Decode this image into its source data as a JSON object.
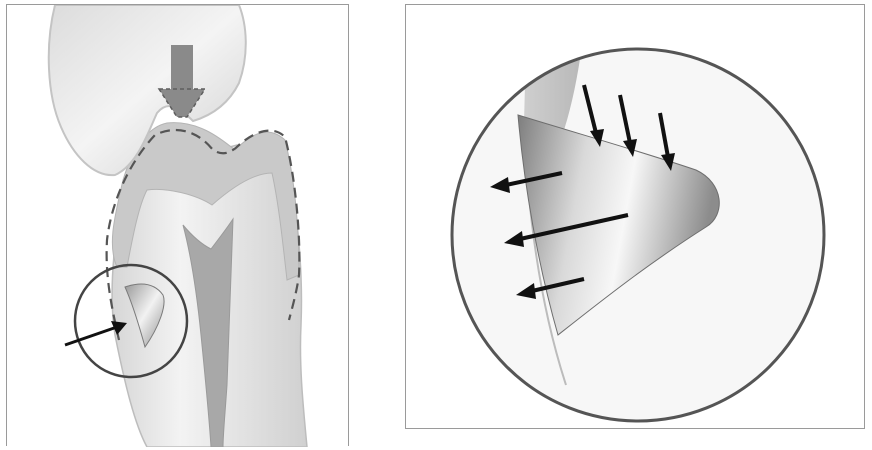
{
  "figure": {
    "left_panel": {
      "subject": "tooth-cross-section",
      "elements": [
        "opposing-cusp",
        "occlusal-load-arrow",
        "tooth-crown",
        "pulp-canal",
        "enamel-outline-dashed",
        "cervical-lesion",
        "magnify-circle",
        "pointer-arrow"
      ]
    },
    "right_panel": {
      "subject": "magnified-cervical-lesion",
      "elements": [
        "zoom-circle",
        "enamel-edge",
        "wedge-lesion",
        "compression-arrows",
        "tension-arrows"
      ]
    },
    "colors": {
      "border": "#9a9a9a",
      "outline": "#666666",
      "enamel_light": "#f1f1f1",
      "dentin_mid": "#c9c9c9",
      "arrow": "#111111",
      "load_arrow": "#8a8a8a"
    }
  }
}
